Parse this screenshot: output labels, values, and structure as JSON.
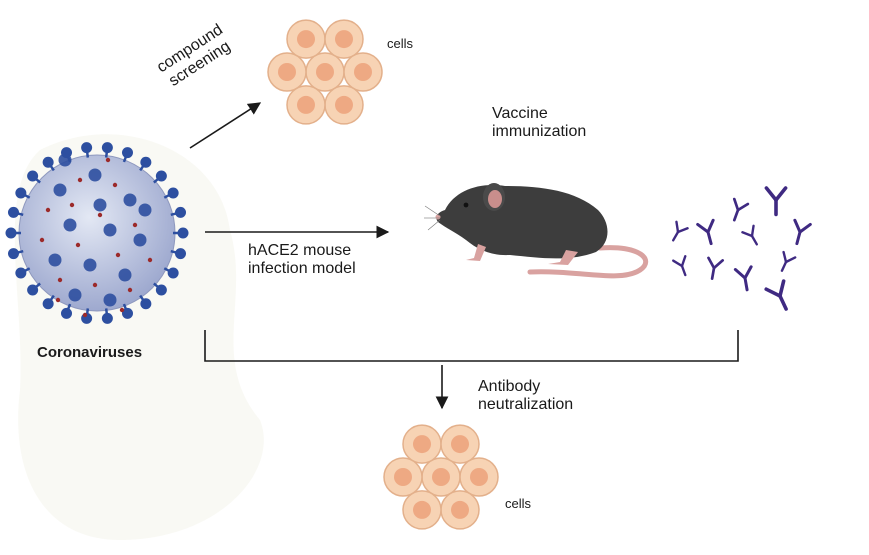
{
  "labels": {
    "compound_line1": "compound",
    "compound_line2": "screening",
    "cells_top": "cells",
    "vaccine_line1": "Vaccine",
    "vaccine_line2": "immunization",
    "hace2_line1": "hACE2 mouse",
    "hace2_line2": "infection model",
    "coronaviruses": "Coronaviruses",
    "antibody_line1": "Antibody",
    "antibody_line2": "neutralization",
    "cells_bottom": "cells"
  },
  "icons": {
    "virus": "coronavirus-icon",
    "cells": "cell-cluster-icon",
    "mouse": "mouse-icon",
    "antibody": "antibody-icon"
  },
  "colors": {
    "virus_body": "#a9b4d6",
    "virus_spike": "#2d4fa0",
    "virus_dot": "#9c2a2a",
    "cell_fill": "#f7d3b4",
    "cell_nucleus": "#eea983",
    "cell_edge": "#e3b08b",
    "mouse_body": "#3d3d3d",
    "mouse_pink": "#d9a2a0",
    "antibody": "#3f2a82",
    "arrow": "#1a1a1a"
  }
}
